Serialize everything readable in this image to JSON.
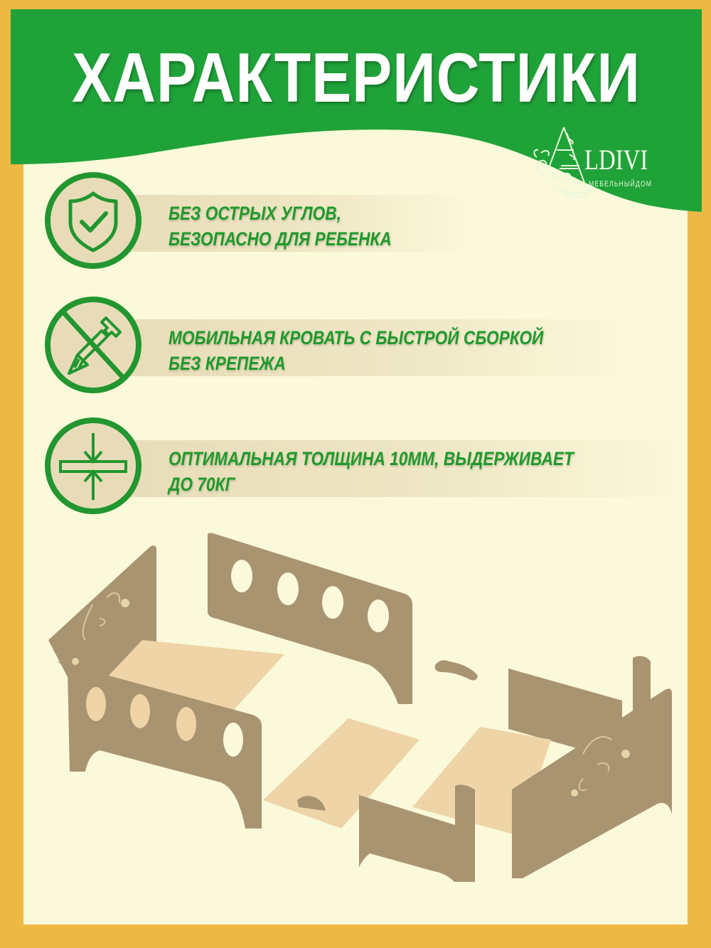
{
  "header": {
    "title": "ХАРАКТЕРИСТИКИ",
    "background_color": "#1FA338",
    "title_color": "#FFFFFF"
  },
  "logo": {
    "mark_letter": "A",
    "name": "LDIVI",
    "full_name": "ALDIVI",
    "subtitle": "МЕБЕЛЬНЫЙДОМ"
  },
  "features": [
    {
      "icon": "shield-check-icon",
      "lines": [
        "БЕЗ ОСТРЫХ УГЛОВ,",
        "БЕЗОПАСНО ДЛЯ РЕБЕНКА"
      ]
    },
    {
      "icon": "no-screw-icon",
      "lines": [
        "МОБИЛЬНАЯ КРОВАТЬ С БЫСТРОЙ СБОРКОЙ",
        "БЕЗ КРЕПЕЖА"
      ]
    },
    {
      "icon": "thickness-icon",
      "lines": [
        "ОПТИМАЛЬНАЯ ТОЛЩИНА 10ММ, ВЫДЕРЖИВАЕТ",
        "ДО 70КГ"
      ]
    }
  ],
  "illustration": {
    "subject": "exploded-view-wooden-kids-bed",
    "wood_dark": "#A99471",
    "wood_light": "#EED4A6"
  },
  "colors": {
    "frame": "#EDB844",
    "panel": "#FAF9D9",
    "accent_green": "#22962F",
    "icon_fill": "#E8DCB8"
  }
}
